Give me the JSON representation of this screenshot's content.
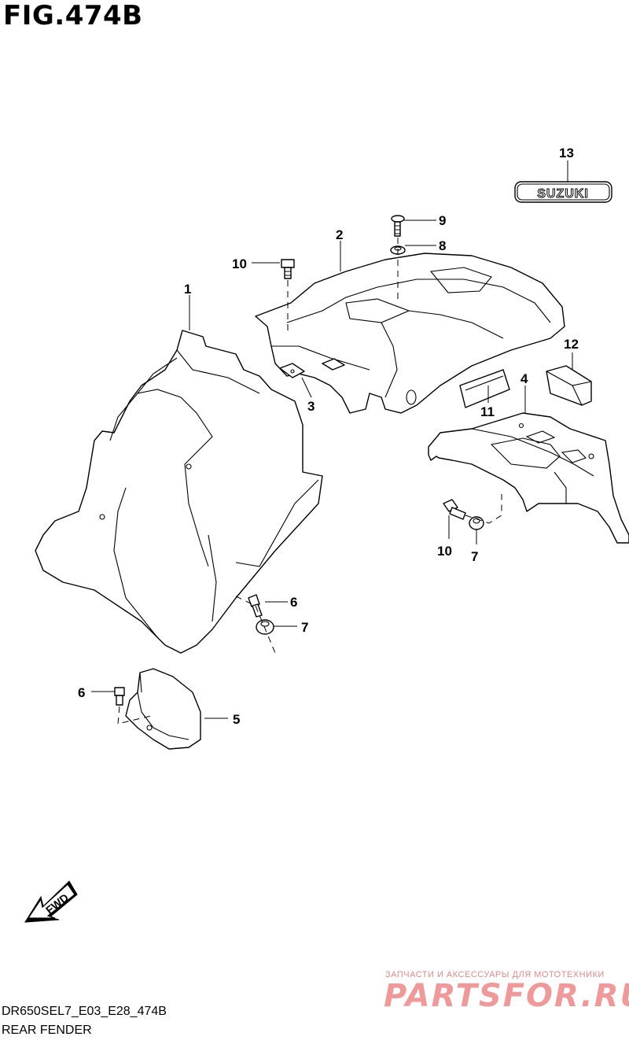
{
  "figure": {
    "title": "FIG.474B"
  },
  "footer": {
    "code": "DR650SEL7_E03_E28_474B",
    "caption": "REAR FENDER"
  },
  "watermark": {
    "tagline": "ЗАПЧАСТИ И АКСЕССУАРЫ ДЛЯ МОТОТЕХНИКИ",
    "brand": "PARTSFOR.RU"
  },
  "emblem": {
    "text": "SUZUKI"
  },
  "arrow": {
    "text": "FWD"
  },
  "callouts": {
    "c1": "1",
    "c2": "2",
    "c3": "3",
    "c4": "4",
    "c5": "5",
    "c6a": "6",
    "c6b": "6",
    "c7a": "7",
    "c7b": "7",
    "c8": "8",
    "c9": "9",
    "c10a": "10",
    "c10b": "10",
    "c11": "11",
    "c12": "12",
    "c13": "13"
  }
}
